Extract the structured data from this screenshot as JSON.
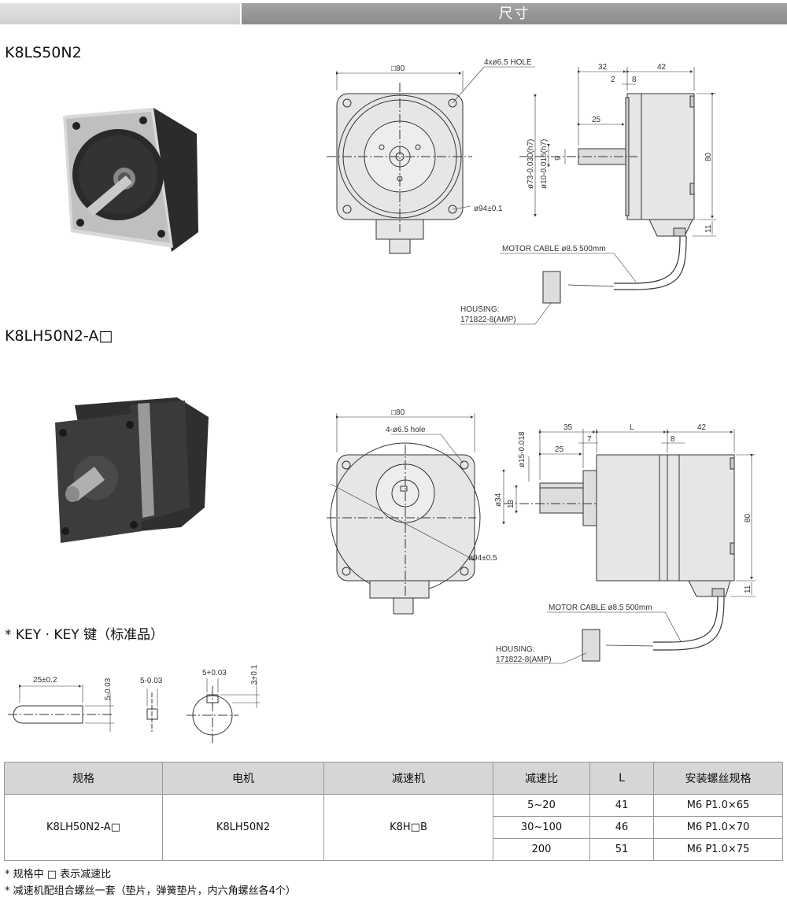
{
  "header": {
    "title": "尺寸"
  },
  "model1": {
    "name": "K8LS50N2",
    "dims": {
      "square": "80",
      "hole": "4xø6.5 HOLE",
      "d32": "32",
      "d42": "42",
      "d2": "2",
      "d8": "8",
      "d25": "25",
      "d9": "9",
      "d80": "80",
      "d11": "11",
      "phi73": "ø73-0.030(h7)",
      "phi10": "ø10-0.015(h7)",
      "phi94": "ø94±0.1",
      "cable": "MOTOR CABLE ø8.5 500mm",
      "housing1": "HOUSING:",
      "housing2": "171822-8(AMP)"
    }
  },
  "model2": {
    "name": "K8LH50N2-A□",
    "dims": {
      "square": "80",
      "hole": "4-ø6.5 hole",
      "d35": "35",
      "dL": "L",
      "d42": "42",
      "d7": "7",
      "d8": "8",
      "d25": "25",
      "phi15": "ø15-0.018",
      "phi34": "ø34",
      "d13": "13",
      "d80": "80",
      "d11": "11",
      "phi94": "ø94±0.5",
      "cable": "MOTOR CABLE ø8.5 500mm",
      "housing1": "HOUSING:",
      "housing2": "171822-8(AMP)"
    }
  },
  "key": {
    "title": "* KEY · KEY 键（标准品）",
    "len": "25±0.2",
    "w1": "5-0.03",
    "w2": "5-0.03",
    "w3": "5+0.03",
    "h": "3+0.1"
  },
  "table": {
    "headers": [
      "规格",
      "电机",
      "减速机",
      "减速比",
      "L",
      "安装螺丝规格"
    ],
    "spec": "K8LH50N2-A□",
    "motor": "K8LH50N2",
    "gear": "K8H□B",
    "rows": [
      {
        "ratio": "5~20",
        "L": "41",
        "screw": "M6 P1.0×65"
      },
      {
        "ratio": "30~100",
        "L": "46",
        "screw": "M6 P1.0×70"
      },
      {
        "ratio": "200",
        "L": "51",
        "screw": "M6 P1.0×75"
      }
    ]
  },
  "notes": [
    "* 规格中 □ 表示减速比",
    "* 减速机配组合螺丝一套（垫片，弹簧垫片，内六角螺丝各4个）"
  ]
}
